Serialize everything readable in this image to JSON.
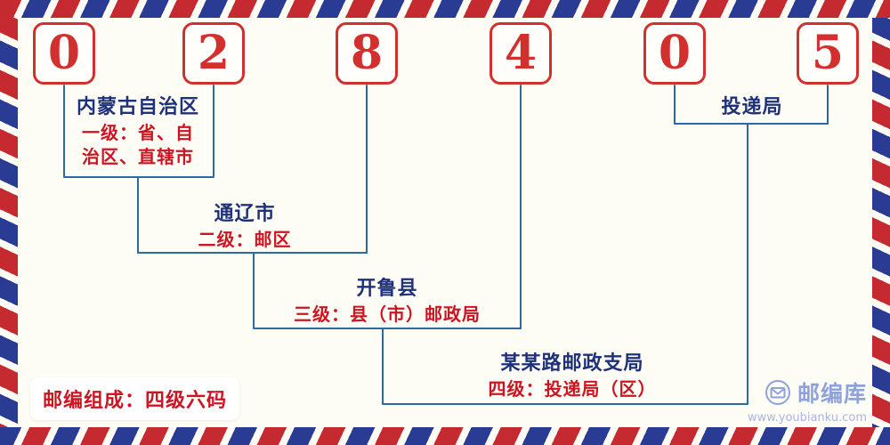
{
  "colors": {
    "digit_red": "#d2302f",
    "line_blue": "#2c6aa0",
    "region_name_navy": "#1e3179",
    "level_desc_red": "#cc1522",
    "border_red": "#c62a31",
    "border_blue": "#2a3b94",
    "brand_blue": "#8fa2dc"
  },
  "postal_code": {
    "digits": [
      "0",
      "2",
      "8",
      "4",
      "0",
      "5"
    ]
  },
  "levels": [
    {
      "name": "内蒙古自治区",
      "desc_lines": [
        "一级：省、自",
        "治区、直辖市"
      ]
    },
    {
      "name": "通辽市",
      "desc_lines": [
        "二级：邮区"
      ]
    },
    {
      "name": "开鲁县",
      "desc_lines": [
        "三级：县（市）邮政局"
      ]
    },
    {
      "name": "某某路邮政支局",
      "desc_lines": [
        "四级：投递局（区）"
      ]
    }
  ],
  "delivery": {
    "name": "投递局"
  },
  "footer": {
    "composition": "邮编组成：四级六码",
    "brand_name": "邮编库",
    "brand_url": "www.youbianku.com"
  }
}
